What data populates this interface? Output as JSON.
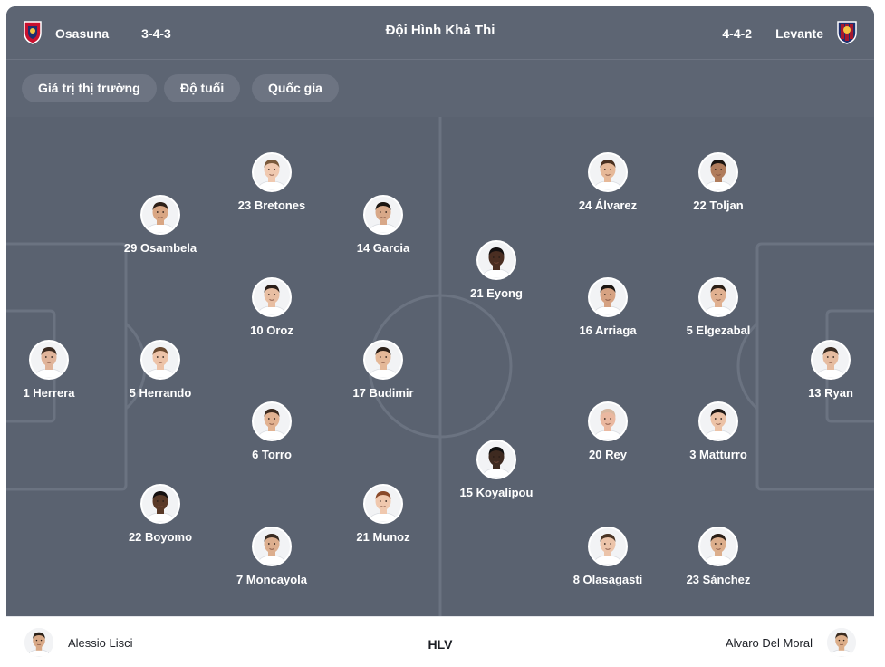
{
  "header": {
    "title": "Đội Hình Khả Thi",
    "home": {
      "name": "Osasuna",
      "formation": "3-4-3",
      "crest_color": "#c8102e"
    },
    "away": {
      "name": "Levante",
      "formation": "4-4-2",
      "crest_color": "#1d2f6f"
    }
  },
  "filters": [
    "Giá trị thị trường",
    "Độ tuổi",
    "Quốc gia"
  ],
  "home_players": [
    {
      "label": "1 Herrera",
      "skin": "#e0b49a",
      "hair": "#3a2a20"
    },
    {
      "label": "29 Osambela",
      "skin": "#d9a683",
      "hair": "#2e2018"
    },
    {
      "label": "5 Herrando",
      "skin": "#edc3a8",
      "hair": "#6b4a30"
    },
    {
      "label": "22 Boyomo",
      "skin": "#5a3a28",
      "hair": "#151010"
    },
    {
      "label": "23 Bretones",
      "skin": "#f0c9b0",
      "hair": "#7a5a3c"
    },
    {
      "label": "10 Oroz",
      "skin": "#e8bea2",
      "hair": "#2a1e18"
    },
    {
      "label": "6 Torro",
      "skin": "#e2b291",
      "hair": "#3c2a1e"
    },
    {
      "label": "7 Moncayola",
      "skin": "#dcae8e",
      "hair": "#3a2c22"
    },
    {
      "label": "14 Garcia",
      "skin": "#d8a888",
      "hair": "#1c1612"
    },
    {
      "label": "17 Budimir",
      "skin": "#e4b898",
      "hair": "#2c2018"
    },
    {
      "label": "21 Munoz",
      "skin": "#f0c8ae",
      "hair": "#8a4a2a"
    }
  ],
  "away_players": [
    {
      "label": "13 Ryan",
      "skin": "#e6bca0",
      "hair": "#3a2c22"
    },
    {
      "label": "22 Toljan",
      "skin": "#b07c5c",
      "hair": "#1a1410"
    },
    {
      "label": "5 Elgezabal",
      "skin": "#e0b090",
      "hair": "#2a1e16"
    },
    {
      "label": "3 Matturro",
      "skin": "#ecc2a6",
      "hair": "#1e1814"
    },
    {
      "label": "23 Sánchez",
      "skin": "#dcae8c",
      "hair": "#2a1e16"
    },
    {
      "label": "24 Álvarez",
      "skin": "#e6b898",
      "hair": "#4a3020"
    },
    {
      "label": "16 Arriaga",
      "skin": "#d6a282",
      "hair": "#1c1612"
    },
    {
      "label": "20 Rey",
      "skin": "#eab8a0",
      "hair": "#d8b8a0"
    },
    {
      "label": "8 Olasagasti",
      "skin": "#ecc4aa",
      "hair": "#4a3424"
    },
    {
      "label": "21 Eyong",
      "skin": "#4a2e22",
      "hair": "#141010"
    },
    {
      "label": "15 Koyalipou",
      "skin": "#3e2a20",
      "hair": "#101010"
    }
  ],
  "coaches": {
    "label": "HLV",
    "home": {
      "name": "Alessio Lisci",
      "skin": "#d8a886",
      "hair": "#2a2018"
    },
    "away": {
      "name": "Alvaro Del Moral",
      "skin": "#dcae8a",
      "hair": "#3a2a1e"
    }
  }
}
